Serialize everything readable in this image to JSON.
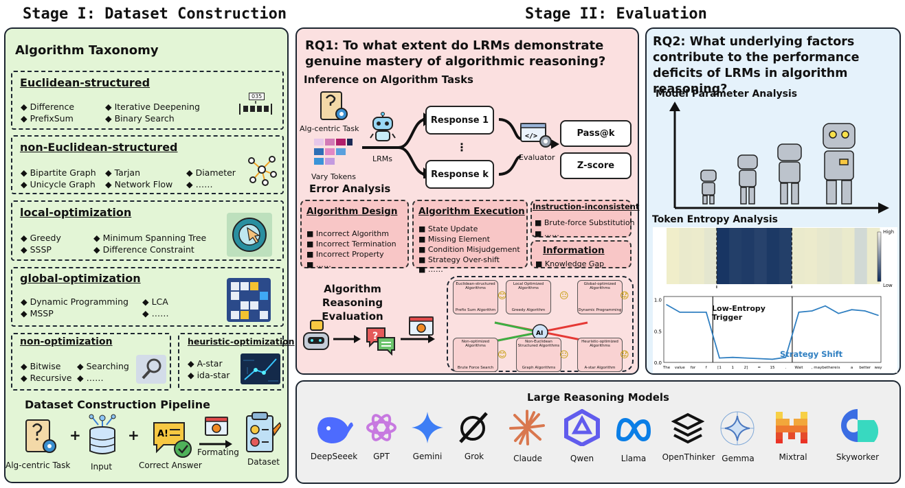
{
  "stage1": {
    "title": "Stage I: Dataset Construction",
    "taxonomy_title": "Algorithm Taxonomy",
    "sections": {
      "euclidean": {
        "title": "Euclidean-structured",
        "items": [
          "◆ Difference",
          "◆ PrefixSum",
          "◆ Iterative Deepening",
          "◆ Binary Search"
        ],
        "badge": "035"
      },
      "non_euclidean": {
        "title": "non-Euclidean-structured",
        "items": [
          "◆ Bipartite Graph",
          "◆ Unicycle Graph",
          "◆ Tarjan",
          "◆ Network Flow",
          "◆ Diameter",
          "◆ ……"
        ]
      },
      "local": {
        "title": "local-optimization",
        "items": [
          "◆ Greedy",
          "◆ SSSP",
          "◆ Minimum Spanning Tree",
          "◆ Difference Constraint"
        ]
      },
      "global": {
        "title": "global-optimization",
        "items": [
          "◆ Dynamic Programming",
          "◆ MSSP",
          "◆ LCA",
          "◆ ……"
        ]
      },
      "non_opt": {
        "title": "non-optimization",
        "items": [
          "◆ Bitwise",
          "◆ Recursive",
          "◆ Searching",
          "◆ ……"
        ]
      },
      "heuristic": {
        "title": "heuristic-optimization",
        "items": [
          "◆ A-star",
          "◆ ida-star"
        ]
      }
    },
    "pipeline": {
      "title": "Dataset Construction Pipeline",
      "labels": [
        "Alg-centric Task",
        "Input",
        "Correct Answer",
        "Formating",
        "Dataset"
      ],
      "plus": "+"
    }
  },
  "stage2": {
    "title": "Stage II: Evaluation",
    "rq1": {
      "question": "RQ1: To what extent do LRMs demonstrate genuine mastery of algorithmic reasoning?",
      "inference_title": "Inference on Algorithm Tasks",
      "alg_task": "Alg-centric Task",
      "vary_tokens": "Vary Tokens",
      "lrms": "LRMs",
      "response1": "Response 1",
      "dots": "⋮",
      "responsek": "Response k",
      "evaluator": "Evaluator",
      "passk": "Pass@k",
      "zscore": "Z-score",
      "error_title": "Error Analysis",
      "design": {
        "title": "Algorithm Design",
        "items": [
          "■ Incorrect Algorithm",
          "■ Incorrect Termination",
          "■ Incorrect Property",
          "■ ……"
        ]
      },
      "execution": {
        "title": "Algorithm Execution",
        "items": [
          "■ State Update",
          "■ Missing Element",
          "■ Condition Misjudgement",
          "■ Strategy Over-shift",
          "■ ……"
        ]
      },
      "instruction": {
        "title": "Instruction-inconsistent",
        "items": [
          "■ Brute-force Substitution",
          "■ ……"
        ]
      },
      "information": {
        "title": "Information",
        "items": [
          "■ Knowledge Gap"
        ]
      },
      "reasoning_eval": "Algorithm Reasoning Evaluation",
      "mini_cards": [
        "Euclidean-structured Algorithms",
        "Local Optimized Algorithms",
        "Global-optimized Algorithms",
        "Non-optimized Algorithms",
        "Non-Euclidean Structured Algorithms",
        "Heuristic-optimized Algorithms"
      ],
      "mini_captions": [
        "Prefix Sum Algorithm",
        "Greedy Algorithm",
        "Dynamic Programming",
        "Brute Force Search",
        "Graph Algorithms",
        "A-star Algorithm"
      ]
    },
    "rq2": {
      "question": "RQ2: What underlying factors contribute to the performance deficits of LRMs in algorithm reasoning?",
      "param_title": "Model Parameter Analysis",
      "entropy_title": "Token Entropy Analysis",
      "heat_high": "High",
      "heat_low": "Low",
      "low_entropy": "Low-Entropy Trigger",
      "strategy_shift": "Strategy Shift",
      "tokens": [
        "The",
        "value",
        "for",
        "f",
        "[1",
        "1",
        "2]",
        "=",
        "15",
        ".",
        "Wait",
        ",",
        "maybethere",
        "is",
        "a",
        "better",
        "way"
      ]
    },
    "models_title": "Large Reasoning Models",
    "models": [
      "DeepSeeek",
      "GPT",
      "Gemini",
      "Grok",
      "Claude",
      "Qwen",
      "Llama",
      "OpenThinker",
      "Gemma",
      "Mixtral",
      "Skyworker"
    ]
  },
  "chart_data": {
    "type": "line",
    "x": [
      "The",
      "value",
      "for",
      "f",
      "[1",
      "1",
      "2]",
      "=",
      "15",
      ".",
      "Wait",
      ",",
      "maybethere",
      "is",
      "a",
      "better",
      "way"
    ],
    "series": [
      {
        "values": [
          0.92,
          0.8,
          0.8,
          0.8,
          0.07,
          0.08,
          0.07,
          0.06,
          0.05,
          0.08,
          0.8,
          0.82,
          0.9,
          0.78,
          0.84,
          0.82,
          0.75
        ]
      }
    ],
    "yticks": [
      0.0,
      0.5,
      1.0
    ],
    "ylim": [
      0,
      1.05
    ],
    "heatmap": [
      0.05,
      0.1,
      0.08,
      0.15,
      0.95,
      0.9,
      0.92,
      0.88,
      0.93,
      0.9,
      0.1,
      0.08,
      0.12,
      0.15,
      0.1,
      0.3,
      0.08
    ],
    "colors": {
      "line": "#2f7fc1",
      "heat_low": "#f6f2c8",
      "heat_high": "#0d2b5c"
    }
  }
}
